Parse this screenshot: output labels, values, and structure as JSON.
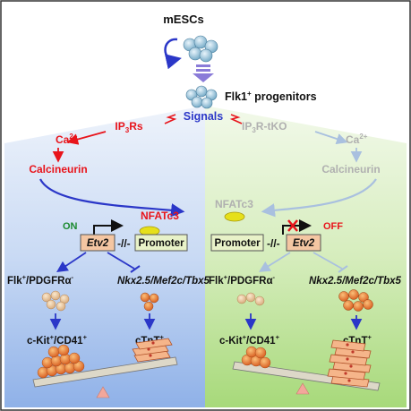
{
  "top": {
    "cells_label": "mESCs",
    "progenitors_label": "Flk1",
    "progenitors_sup": "+",
    "progenitors_rest": " progenitors",
    "signals_label": "Signals"
  },
  "left": {
    "receptor": "IP",
    "receptor_sub": "3",
    "receptor_rest": "Rs",
    "ca": "Ca",
    "ca_sup": "2+",
    "calcineurin": "Calcineurin",
    "nfat": "NFATc3",
    "on": "ON",
    "gene": "Etv2",
    "promoter": "Promoter",
    "lineage1_a": "Flk",
    "lineage1_b": "+",
    "lineage1_c": "/PDGFRα",
    "lineage1_d": "-",
    "lineage2": "Nkx2.5/Mef2c/Tbx5",
    "marker1_a": "c-Kit",
    "marker1_b": "+",
    "marker1_c": "/CD41",
    "marker1_d": "+",
    "marker2_a": "cTnT",
    "marker2_b": "+"
  },
  "right": {
    "receptor": "IP",
    "receptor_sub": "3",
    "receptor_rest": "R-tKO",
    "ca": "Ca",
    "ca_sup": "2+",
    "calcineurin": "Calcineurin",
    "nfat": "NFATc3",
    "off": "OFF",
    "gene": "Etv2",
    "promoter": "Promoter",
    "lineage1_a": "Flk",
    "lineage1_b": "+",
    "lineage1_c": "/PDGFRα",
    "lineage1_d": "-",
    "lineage2": "Nkx2.5/Mef2c/Tbx5",
    "marker1_a": "c-Kit",
    "marker1_b": "+",
    "marker1_c": "/CD41",
    "marker1_d": "+",
    "marker2_a": "cTnT",
    "marker2_b": "+"
  },
  "colors": {
    "left_panel": "#b9cdf0",
    "right_panel": "#c7e6a9",
    "red": "#e8141b",
    "blue": "#2b37c8",
    "green": "#1a8a2e",
    "grey": "#b0b0b0",
    "light_arrow": "#a9c0df",
    "gene_box": "#f4c6a2",
    "promoter_box": "#e8f2c8",
    "nfat_oval": "#e6e01a"
  }
}
